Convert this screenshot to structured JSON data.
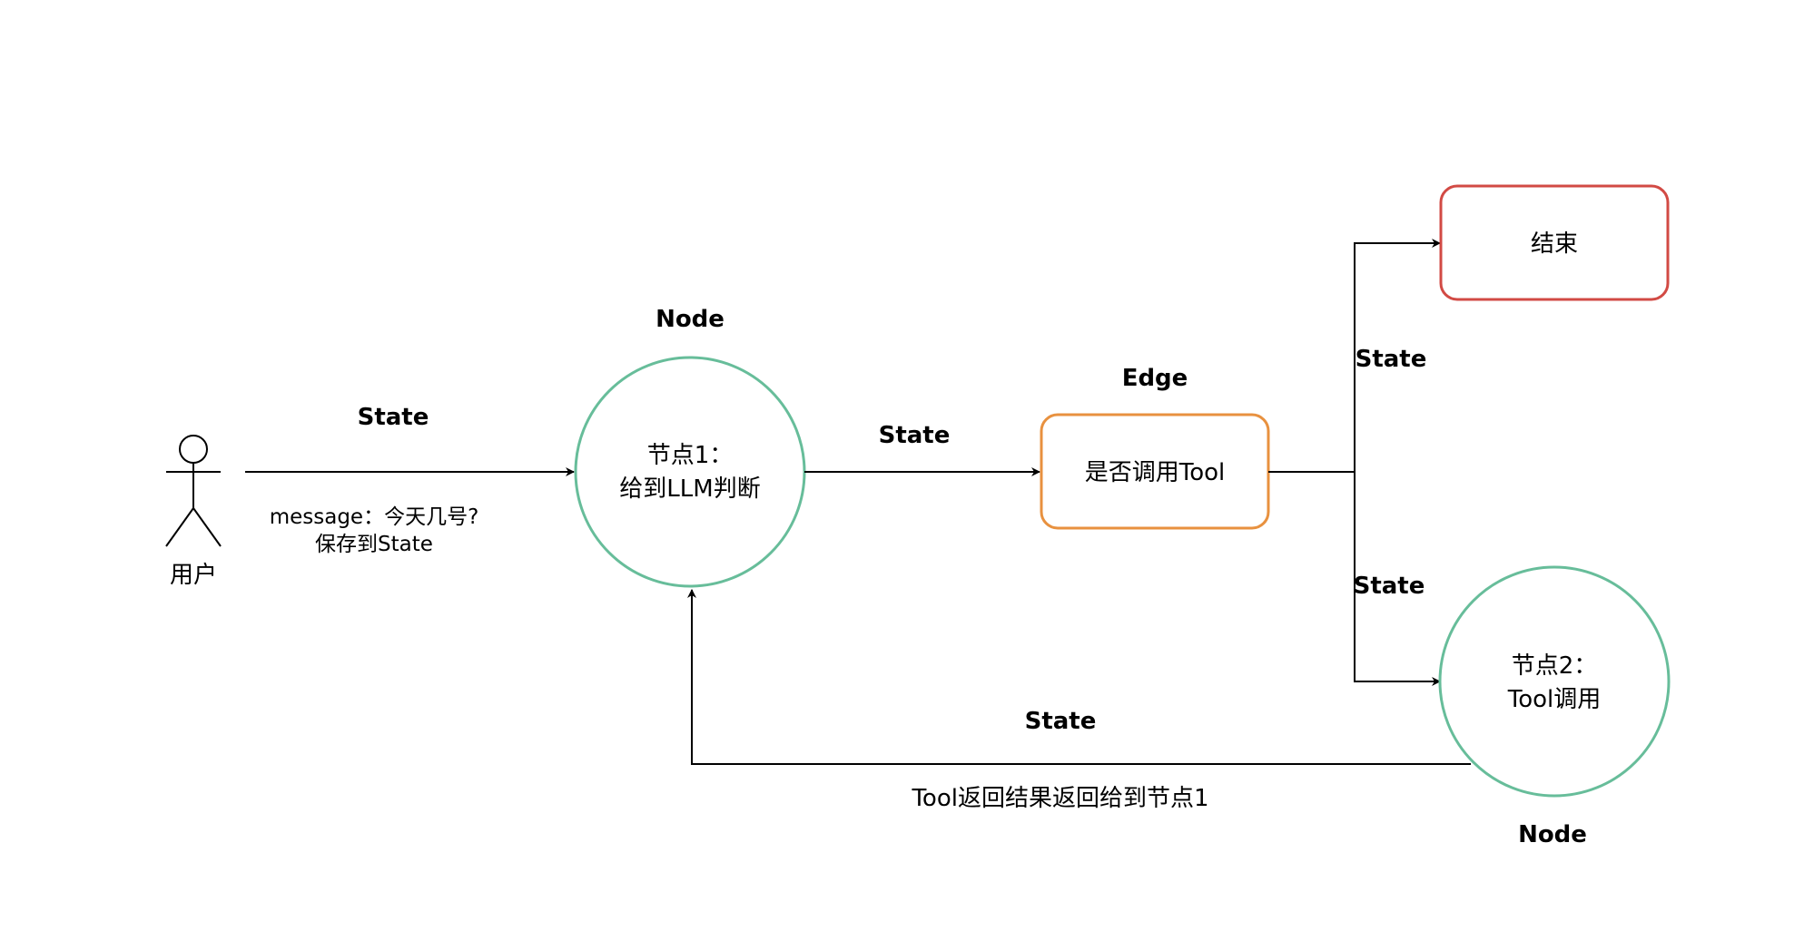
{
  "actor": {
    "label": "用户"
  },
  "edge_user_to_node1": {
    "label": "State",
    "note_line1": "message：今天几号?",
    "note_line2": "保存到State"
  },
  "node1": {
    "type_label": "Node",
    "line1": "节点1：",
    "line2": "给到LLM判断",
    "stroke_color": "#67bd9a"
  },
  "edge_node1_to_decision": {
    "label": "State"
  },
  "decision": {
    "type_label": "Edge",
    "text": "是否调用Tool",
    "stroke_color": "#e8913f"
  },
  "end_node": {
    "text": "结束",
    "stroke_color": "#d24a44"
  },
  "edge_to_end": {
    "label": "State"
  },
  "edge_to_node2": {
    "label": "State"
  },
  "node2": {
    "type_label": "Node",
    "line1": "节点2：",
    "line2": "Tool调用",
    "stroke_color": "#67bd9a"
  },
  "edge_node2_to_node1": {
    "label": "State",
    "note": "Tool返回结果返回给到节点1"
  }
}
